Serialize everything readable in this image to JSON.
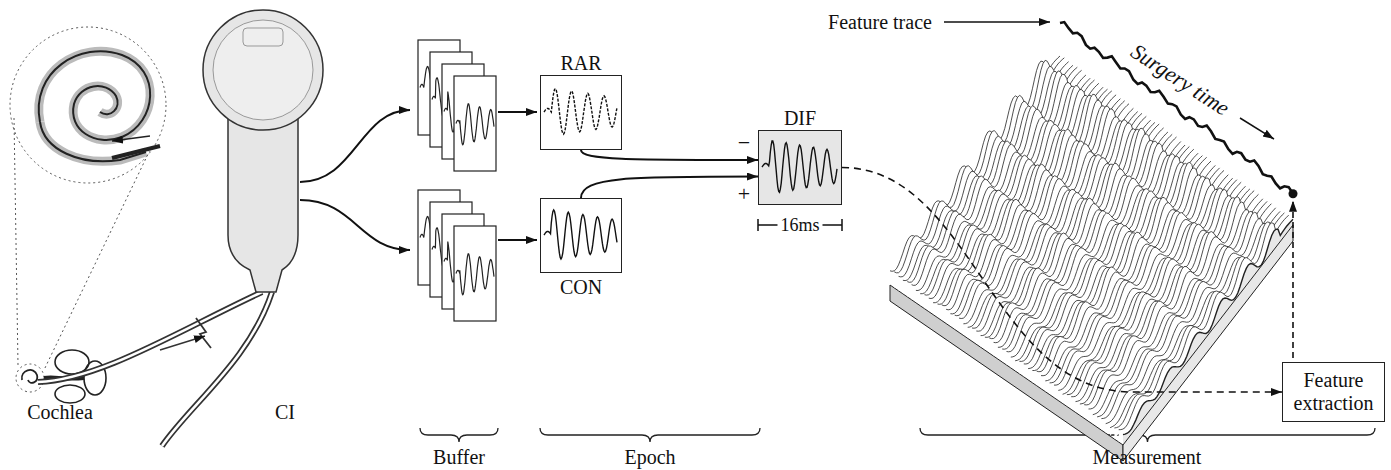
{
  "diagram": {
    "nodes": [
      {
        "text": [
          "RAR"
        ]
      },
      {
        "text": [
          "CON"
        ]
      },
      {
        "text": [
          "DIF"
        ]
      },
      {
        "text": [
          "Feature extraction"
        ]
      }
    ],
    "edges": [
      {
        "from": 0,
        "to": 2,
        "arrow": "to",
        "label": "−"
      },
      {
        "from": 1,
        "to": 2,
        "arrow": "to",
        "label": "+"
      },
      {
        "from": 2,
        "to": 3,
        "arrow": "to"
      }
    ],
    "labels": [
      "Cochlea",
      "CI",
      "Buffer",
      "Epoch",
      "Measurement",
      "16ms",
      "Feature trace",
      "Surgery time"
    ]
  }
}
